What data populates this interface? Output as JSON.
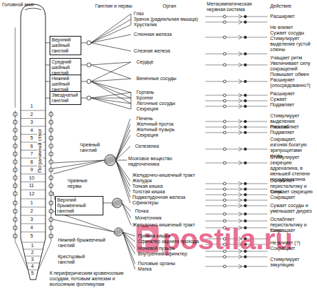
{
  "diagram": {
    "nodes": [
      {
        "text": [
          "Верхний шейный ганглий"
        ]
      },
      {
        "text": [
          "Средний шейный ганглий"
        ]
      },
      {
        "text": [
          "Нижний шейный ганглий"
        ]
      },
      {
        "text": [
          "Звездчатый ганглий"
        ]
      },
      {
        "text": [
          "Верхний брыжеечный ганглий"
        ]
      }
    ],
    "labels": [
      "Головной мозг",
      "Ганглии и нервы",
      "Орган",
      "Метасимпатическая нервная система",
      "Действие",
      "Глаз",
      "Зрачок (радиальная мышца)",
      "Хрусталик",
      "Расширяет",
      "Слюнная железа",
      "Не влияет",
      "Сужает сосуды",
      "Стимулирует выделение густой слюны",
      "Слезная железа",
      "Сердце",
      "Учащает ритм",
      "Увеличивает силу сокращений",
      "Повышает обмен",
      "Венечные сосуды",
      "Расширяет (опосредованно?)",
      "Гортань",
      "Бронхи",
      "Легочные сосуды",
      "Секреция",
      "Расширяет",
      "Сужает",
      "Подавляет",
      "Печень",
      "Желчный проток",
      "Желчный пузырь",
      "Секреция",
      "Стимулирует выделение глюкозы",
      "Расслабляет",
      "Подавляет",
      "Селезенка",
      "Сокращает, изгоняя богатую эритроцитами кровь",
      "Мозговое вещество надпочечника",
      "Стимулирует секрецию адреналина, в меньшей степени норадреналина",
      "Желудочно-кишечный тракт",
      "Желудок",
      "Тонкая кишка",
      "Толстая кишка",
      "Поджелудочная железа",
      "Сфинктеры",
      "Ослабляет перистальтику и тонус",
      "Снижает секрецию",
      "Сокращает",
      "Почка",
      "Сужает сосуды и уменьшает диурез",
      "Мочеточник",
      "Желудочно-кишечный тракт",
      "Ослабляет перистальтику и тонус",
      "Сокращает",
      "Прямая кишка",
      "Сфинктер заднего прохода",
      "Мочевой пузырь",
      "Внутренний сфинктер",
      "Не влияет (?)",
      "Сокращает",
      "Половые органы",
      "Матка",
      "Стимулирует эякуляцию",
      "Чревный ганглий",
      "Чревные нервы",
      "Нижний брыжеечный ганглий",
      "Крестцовый ганглий",
      "К периферическим кровеносным сосудам, потовым железам и волосяным фолликулам",
      "Пограничный ствол",
      "1",
      "2",
      "3",
      "4",
      "5",
      "6",
      "7",
      "8",
      "9",
      "10",
      "11",
      "12",
      "1",
      "2",
      "3",
      "4",
      "5",
      "1",
      "2",
      "3",
      "4",
      "5",
      "postila.ru"
    ]
  }
}
